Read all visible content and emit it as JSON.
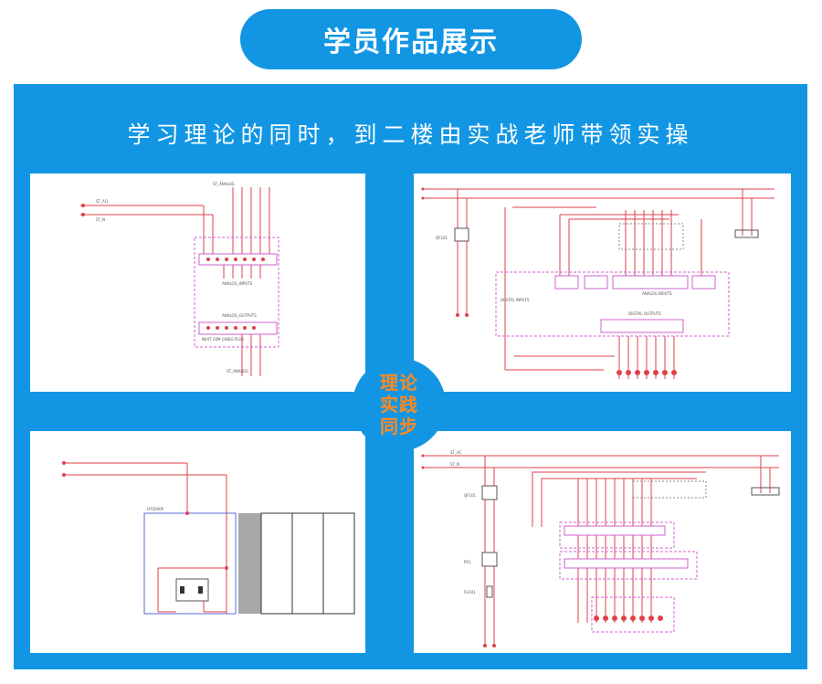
{
  "header": {
    "title": "学员作品展示"
  },
  "banner": {
    "subtitle": "学习理论的同时，到二楼由实战老师带领实操"
  },
  "badge": {
    "lines": [
      "理论",
      "实践",
      "同步"
    ]
  },
  "colors": {
    "primary": "#1296e4",
    "badge_text": "#ff8a1e",
    "wire_red": "#e0404a",
    "box_magenta": "#d060d0",
    "box_blue": "#5a6ad8"
  },
  "cards": {
    "top_left": {
      "labels": {
        "a": "ST_AI1",
        "b": "ST_N",
        "c": "ST_ANALOG",
        "d": "ANALOG_INPUTS",
        "e": "ANALOG_OUTPUTS",
        "f": "NEXT 20M CABLE PLUS",
        "g": "ST_ANALOG"
      }
    },
    "top_right": {
      "labels": {
        "a": "QF101",
        "b": "DIGITAL OUTPUTS",
        "c": "ANALOG INPUTS",
        "d": "DIGITAL INPUTS"
      }
    },
    "bottom_left": {
      "labels": {
        "a": "HT2000P"
      }
    },
    "bottom_right": {
      "labels": {
        "a": "ST_AC",
        "b": "ST_N",
        "c": "QF101",
        "d": "PS1",
        "e": "FU101"
      }
    }
  }
}
